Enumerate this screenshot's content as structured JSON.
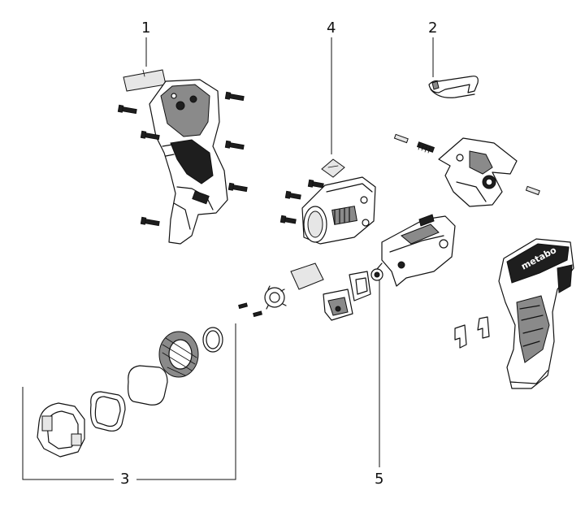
{
  "callouts": {
    "c1": "1",
    "c2": "2",
    "c3": "3",
    "c4": "4",
    "c5": "5"
  },
  "housing_brand": "metabo"
}
